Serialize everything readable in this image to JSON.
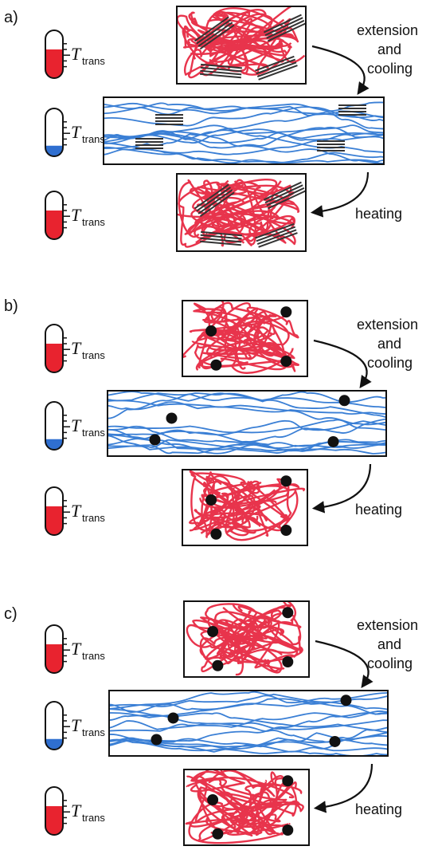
{
  "colors": {
    "hot_chain": "#e8344c",
    "cold_chain": "#3a7fd5",
    "thermo_hot": "#e8232f",
    "thermo_cold": "#2f6fd0",
    "crosslink": "#111111",
    "crystal": "#333333"
  },
  "symbol": {
    "main": "T",
    "sub": "trans"
  },
  "steps": {
    "extension": "extension",
    "and": "and",
    "cooling": "cooling",
    "heating": "heating"
  },
  "panels": [
    {
      "label": "a)",
      "crosslink_type": "crystalline-domains"
    },
    {
      "label": "b)",
      "crosslink_type": "netpoints"
    },
    {
      "label": "c)",
      "crosslink_type": "netpoints"
    }
  ],
  "thermometer_levels": {
    "hot": 0.6,
    "cold": 0.22
  },
  "icons": [
    "thermometer-icon",
    "curved-arrow-icon",
    "netpoint-dot-icon",
    "polymer-chain-icon"
  ]
}
